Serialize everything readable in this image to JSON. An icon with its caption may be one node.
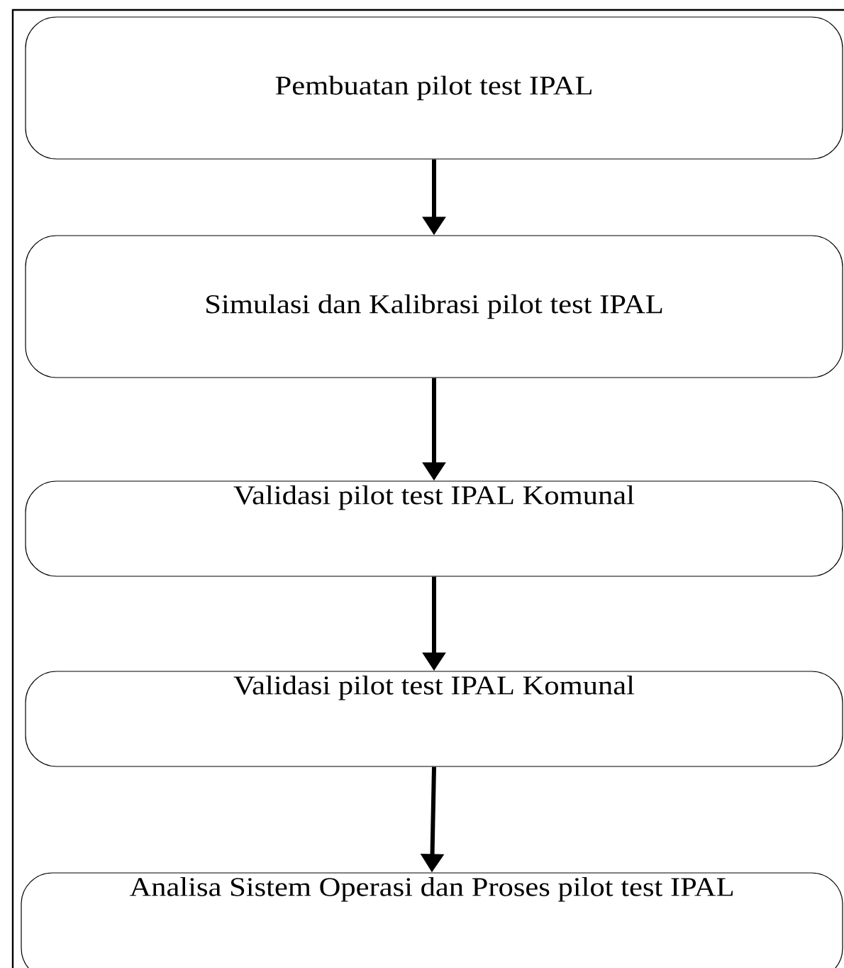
{
  "diagram": {
    "nodes": [
      {
        "text": [
          "Pembuatan pilot test IPAL"
        ]
      },
      {
        "text": [
          "Simulasi dan Kalibrasi pilot test IPAL"
        ]
      },
      {
        "text": [
          "Validasi pilot test IPAL Komunal"
        ]
      },
      {
        "text": [
          "Validasi pilot test IPAL Komunal"
        ]
      },
      {
        "text": [
          "Analisa Sistem Operasi dan Proses pilot test IPAL"
        ]
      }
    ],
    "edges": [
      {
        "from": 0,
        "to": 1,
        "arrow": "to"
      },
      {
        "from": 1,
        "to": 2,
        "arrow": "to"
      },
      {
        "from": 2,
        "to": 3,
        "arrow": "to"
      },
      {
        "from": 3,
        "to": 4,
        "arrow": "to"
      }
    ]
  }
}
